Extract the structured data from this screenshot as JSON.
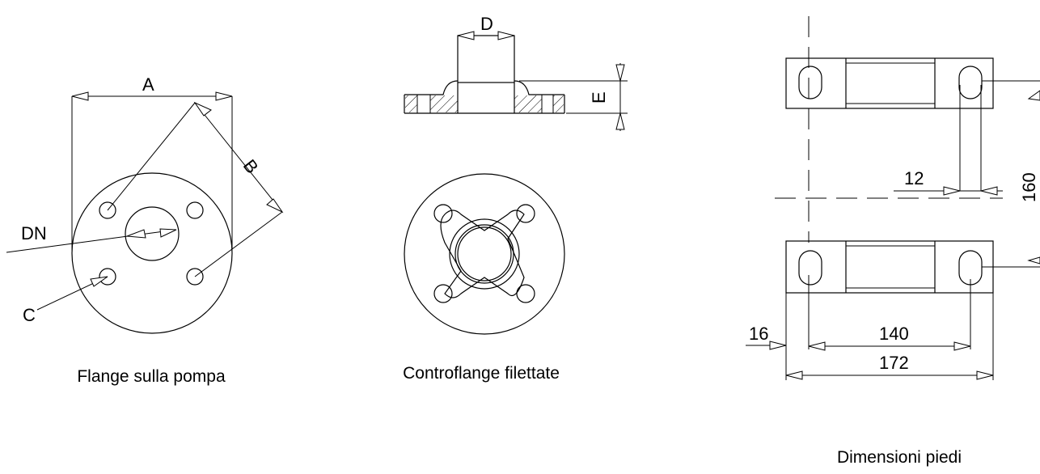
{
  "views": {
    "flange": {
      "caption": "Flange sulla pompa",
      "labels": {
        "a": "A",
        "b": "B",
        "c": "C",
        "dn": "DN"
      }
    },
    "counterflange": {
      "caption": "Controflange filettate",
      "labels": {
        "d": "D",
        "e": "E"
      }
    },
    "feet": {
      "caption": "Dimensioni piedi",
      "dims": {
        "d12": "12",
        "d160": "160",
        "d16": "16",
        "d140": "140",
        "d172": "172"
      }
    }
  },
  "colors": {
    "line": "#000000",
    "background": "#ffffff"
  }
}
